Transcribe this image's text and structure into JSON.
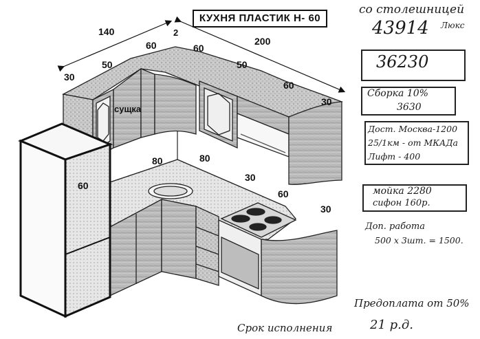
{
  "title": "КУХНЯ ПЛАСТИК Н- 60",
  "dimensions": {
    "d140": "140",
    "d2": "2",
    "d200": "200",
    "d30_left": "30",
    "d50_left": "50",
    "d60_a": "60",
    "d60_b": "60",
    "d50_right": "50",
    "d60_c": "60",
    "d30_right": "30",
    "d80_left": "80",
    "d80_right": "80",
    "d30_mid": "30",
    "d60_side": "60",
    "d60_front": "60",
    "d30_end": "30"
  },
  "cabinet_label": "сущка",
  "notes": {
    "countertop": "со столешницей",
    "price_main": "43914",
    "lux": "Люкс",
    "price_boxed": "36230",
    "assembly_line1": "Сборка 10%",
    "assembly_line2": "3630",
    "delivery_line1": "Дост. Москва-1200",
    "delivery_line2": "25/1км - от МКАДа",
    "delivery_line3": "Лифт - 400",
    "sink_line1": "мойка 2280",
    "sink_line2": "сифон 160р.",
    "extra_line1": "Доп. работа",
    "extra_line2": "500 х 3шт. = 1500.",
    "prepay": "Предоплата от 50%",
    "term_label": "Срок исполнения",
    "term_value": "21 р.д."
  }
}
